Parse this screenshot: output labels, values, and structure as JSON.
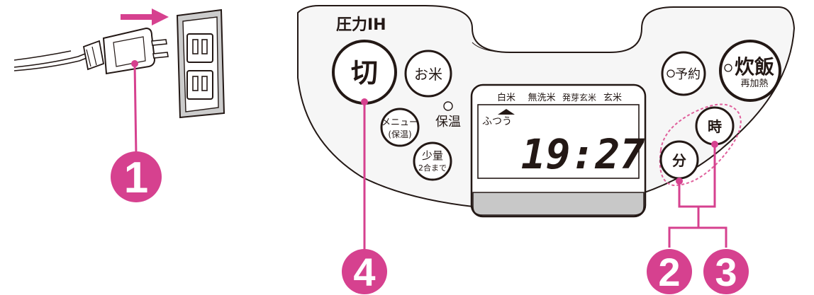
{
  "colors": {
    "accent": "#d6418f",
    "outline": "#231815",
    "panel_fill": "#f6f6f6",
    "display_fill": "#ffffff",
    "display_lower": "#c8c8c8",
    "outlet_fill": "#cccccc",
    "dashed_group": "#e0609c"
  },
  "panel": {
    "brand": "圧力IH"
  },
  "buttons": {
    "off": "切",
    "rice": "お米",
    "menu_line1": "メニュー",
    "menu_line2": "(保温)",
    "small_line1": "少量",
    "small_line2": "2合まで",
    "keep_warm": "保温",
    "timer_reserve": "予約",
    "cook_main": "炊飯",
    "cook_sub": "再加熱",
    "hour": "時",
    "minute": "分"
  },
  "display": {
    "rice_types": [
      "白米",
      "無洗米",
      "発芽玄米",
      "玄米"
    ],
    "mode": "ふつう",
    "time": "19:27"
  },
  "steps": {
    "one": "1",
    "two": "2",
    "three": "3",
    "four": "4"
  },
  "icons": {
    "arrow": "right-arrow-icon",
    "plug": "power-plug-icon",
    "outlet": "wall-outlet-icon",
    "indicator": "indicator-lamp-icon"
  }
}
